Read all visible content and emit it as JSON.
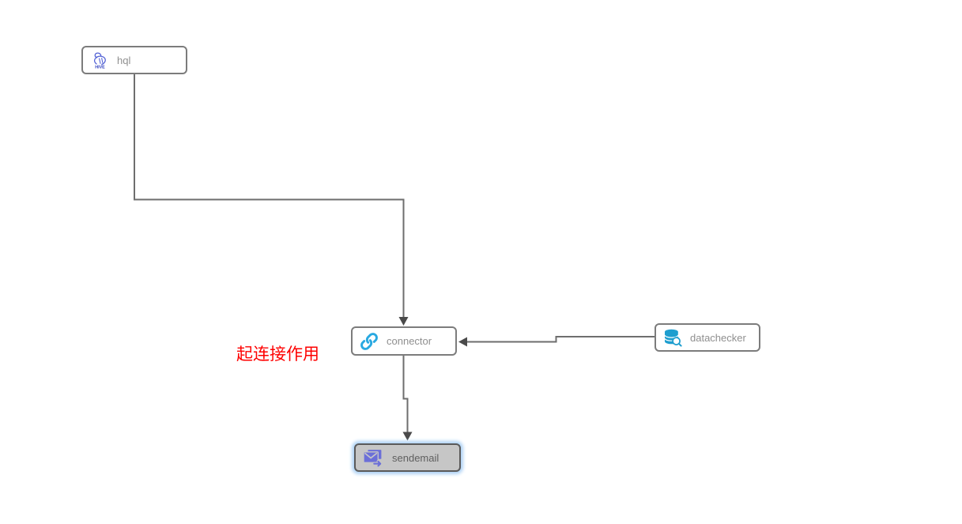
{
  "diagram": {
    "nodes": [
      {
        "id": "hql",
        "label": "hql",
        "icon": "hive-icon",
        "selected": false
      },
      {
        "id": "connector",
        "label": "connector",
        "icon": "link-icon",
        "selected": false
      },
      {
        "id": "datachecker",
        "label": "datachecker",
        "icon": "database-search-icon",
        "selected": false
      },
      {
        "id": "sendemail",
        "label": "sendemail",
        "icon": "send-email-icon",
        "selected": true
      }
    ],
    "edges": [
      {
        "from": "hql",
        "to": "connector"
      },
      {
        "from": "datachecker",
        "to": "connector"
      },
      {
        "from": "connector",
        "to": "sendemail"
      }
    ],
    "annotation": {
      "text": "起连接作用",
      "color": "#fe0000"
    }
  },
  "colors": {
    "canvas_background": "#ffffff",
    "edge_line": "#6e6e6e",
    "arrowhead": "#4a4a4a",
    "node_border": "#7c7c7c",
    "node_background": "#ffffff",
    "node_label": "#8f8f8f",
    "selected_node_background": "#c6c6c6",
    "selected_node_border": "#5a5a5a",
    "selected_node_glow": "#aed2f5",
    "hive_icon_blue": "#5463d6",
    "hive_icon_text_blue": "#2f3fbe",
    "link_icon_blue": "#29a9e1",
    "database_icon_blue": "#1e9ecf",
    "email_icon_purple": "#6b6fd8",
    "annotation_red": "#fe0000"
  }
}
